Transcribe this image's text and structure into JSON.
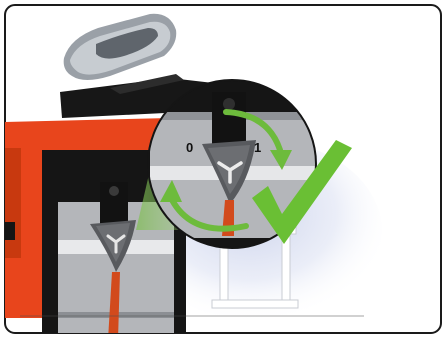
{
  "illustration": {
    "switch_positions": {
      "off_label": "0",
      "on_label": "1"
    },
    "rotation_direction": "clockwise",
    "confirmation": "check-mark",
    "colors": {
      "machine_body": "#e8451c",
      "machine_frame": "#151515",
      "panel_gray": "#b4b6ba",
      "knob_gray": "#585a5e",
      "cable_orange": "#d24a1c",
      "arrow_green": "#6dbb3c",
      "check_green": "#6abf34",
      "lens_glow": "#c9d0ea"
    }
  }
}
